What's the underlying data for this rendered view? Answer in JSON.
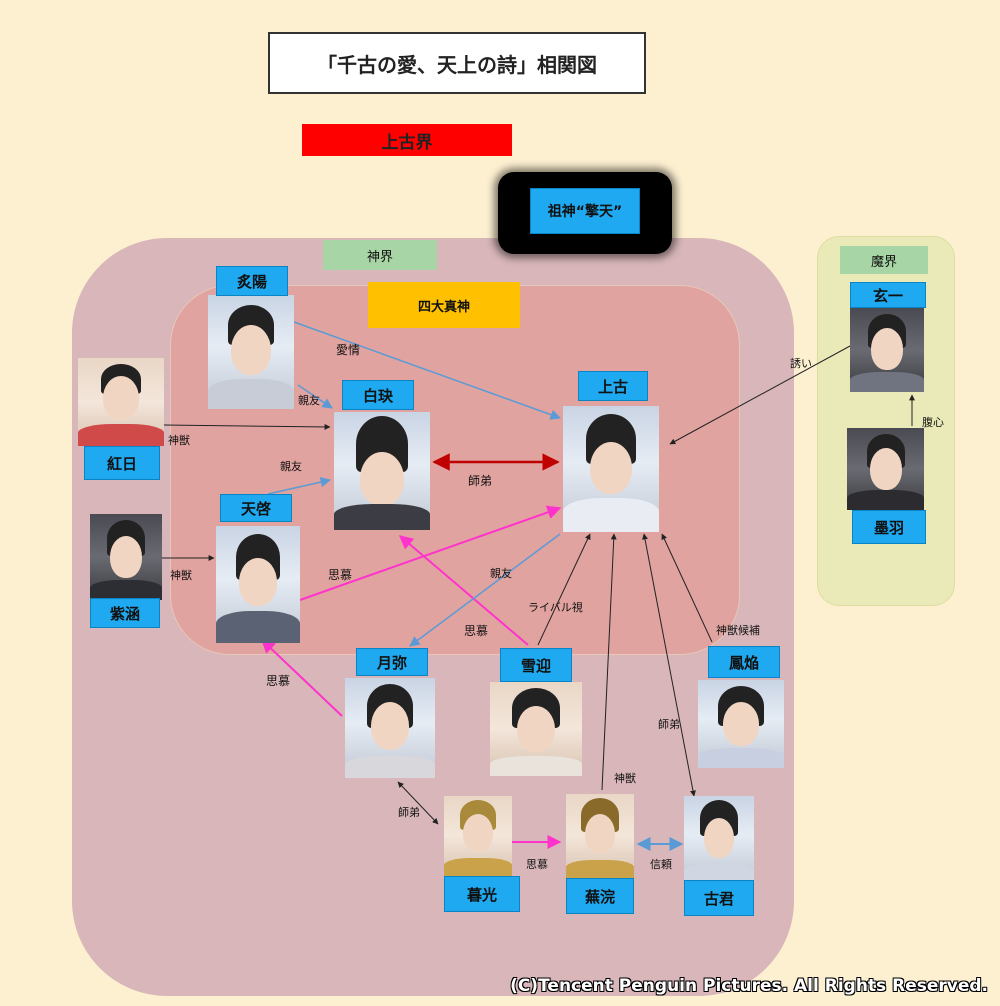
{
  "title": "「千古の愛、天上の詩」相関図",
  "realms": {
    "upper_realm": "上古界",
    "god_realm": "神界",
    "four_gods": "四大真神",
    "demon_realm": "魔界"
  },
  "characters": {
    "ancestor": "祖神“擎天”",
    "zhiyang": "炙陽",
    "baijue": "白玦",
    "shanggu": "上古",
    "tianqi": "天啓",
    "hongri": "紅日",
    "zihan": "紫涵",
    "yuemi": "月弥",
    "xueying": "雪迎",
    "fengyan": "鳳焔",
    "xuanyi": "玄一",
    "moyu": "墨羽",
    "muguang": "暮光",
    "wuhuan": "蕪浣",
    "gujun": "古君"
  },
  "relations": {
    "love": "愛情",
    "friend1": "親友",
    "friend2": "親友",
    "friend3": "親友",
    "disciple_sibling": "師弟",
    "beast1": "神獣",
    "beast2": "神獣",
    "beast3": "神獣",
    "longing1": "思慕",
    "longing2": "思慕",
    "longing3": "思慕",
    "longing4": "思慕",
    "lure": "誘い",
    "trusted_aide": "腹心",
    "rival": "ライバル視",
    "beast_candidate": "神獣候補",
    "disciple2": "師弟",
    "disciple3": "師弟",
    "trust": "信頼"
  },
  "copyright": "(C)Tencent Penguin Pictures. All Rights Reserved.",
  "colors": {
    "background": "#fdf0d1",
    "upper_realm": "#ff0000",
    "god_realm": "#d8b6b9",
    "four_gods_area": "#e0a3a0",
    "demon_realm": "#eaeab8",
    "name_label": "#1ea9f0",
    "section_tag": "#a8d5a5",
    "four_gods_tag": "#ffc000",
    "arrow_blue": "#5b9bd5",
    "arrow_pink": "#ff33cc",
    "arrow_red": "#c00000",
    "arrow_black": "#222222"
  }
}
